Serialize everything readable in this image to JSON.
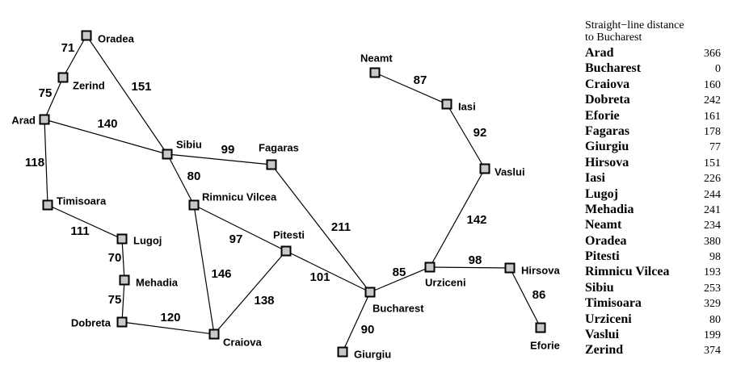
{
  "cities": [
    {
      "id": "oradea",
      "name": "Oradea"
    },
    {
      "id": "zerind",
      "name": "Zerind"
    },
    {
      "id": "arad",
      "name": "Arad"
    },
    {
      "id": "timisoara",
      "name": "Timisoara"
    },
    {
      "id": "lugoj",
      "name": "Lugoj"
    },
    {
      "id": "mehadia",
      "name": "Mehadia"
    },
    {
      "id": "dobreta",
      "name": "Dobreta"
    },
    {
      "id": "craiova",
      "name": "Craiova"
    },
    {
      "id": "sibiu",
      "name": "Sibiu"
    },
    {
      "id": "rimnicu",
      "name": "Rimnicu Vilcea"
    },
    {
      "id": "fagaras",
      "name": "Fagaras"
    },
    {
      "id": "pitesti",
      "name": "Pitesti"
    },
    {
      "id": "bucharest",
      "name": "Bucharest"
    },
    {
      "id": "giurgiu",
      "name": "Giurgiu"
    },
    {
      "id": "urziceni",
      "name": "Urziceni"
    },
    {
      "id": "hirsova",
      "name": "Hirsova"
    },
    {
      "id": "eforie",
      "name": "Eforie"
    },
    {
      "id": "vaslui",
      "name": "Vaslui"
    },
    {
      "id": "iasi",
      "name": "Iasi"
    },
    {
      "id": "neamt",
      "name": "Neamt"
    }
  ],
  "roads": [
    {
      "from": "oradea",
      "to": "zerind",
      "distance": "71"
    },
    {
      "from": "oradea",
      "to": "sibiu",
      "distance": "151"
    },
    {
      "from": "zerind",
      "to": "arad",
      "distance": "75"
    },
    {
      "from": "arad",
      "to": "sibiu",
      "distance": "140"
    },
    {
      "from": "arad",
      "to": "timisoara",
      "distance": "118"
    },
    {
      "from": "timisoara",
      "to": "lugoj",
      "distance": "111"
    },
    {
      "from": "lugoj",
      "to": "mehadia",
      "distance": "70"
    },
    {
      "from": "mehadia",
      "to": "dobreta",
      "distance": "75"
    },
    {
      "from": "dobreta",
      "to": "craiova",
      "distance": "120"
    },
    {
      "from": "sibiu",
      "to": "fagaras",
      "distance": "99"
    },
    {
      "from": "sibiu",
      "to": "rimnicu",
      "distance": "80"
    },
    {
      "from": "rimnicu",
      "to": "pitesti",
      "distance": "97"
    },
    {
      "from": "rimnicu",
      "to": "craiova",
      "distance": "146"
    },
    {
      "from": "craiova",
      "to": "pitesti",
      "distance": "138"
    },
    {
      "from": "fagaras",
      "to": "bucharest",
      "distance": "211"
    },
    {
      "from": "pitesti",
      "to": "bucharest",
      "distance": "101"
    },
    {
      "from": "bucharest",
      "to": "giurgiu",
      "distance": "90"
    },
    {
      "from": "bucharest",
      "to": "urziceni",
      "distance": "85"
    },
    {
      "from": "urziceni",
      "to": "hirsova",
      "distance": "98"
    },
    {
      "from": "hirsova",
      "to": "eforie",
      "distance": "86"
    },
    {
      "from": "urziceni",
      "to": "vaslui",
      "distance": "142"
    },
    {
      "from": "vaslui",
      "to": "iasi",
      "distance": "92"
    },
    {
      "from": "iasi",
      "to": "neamt",
      "distance": "87"
    }
  ],
  "heuristic_table": {
    "title_line1": "Straight−line distance",
    "title_line2": "to Bucharest",
    "rows": [
      {
        "city": "Arad",
        "value": "366"
      },
      {
        "city": "Bucharest",
        "value": "0"
      },
      {
        "city": "Craiova",
        "value": "160"
      },
      {
        "city": "Dobreta",
        "value": "242"
      },
      {
        "city": "Eforie",
        "value": "161"
      },
      {
        "city": "Fagaras",
        "value": "178"
      },
      {
        "city": "Giurgiu",
        "value": "77"
      },
      {
        "city": "Hirsova",
        "value": "151"
      },
      {
        "city": "Iasi",
        "value": "226"
      },
      {
        "city": "Lugoj",
        "value": "244"
      },
      {
        "city": "Mehadia",
        "value": "241"
      },
      {
        "city": "Neamt",
        "value": "234"
      },
      {
        "city": "Oradea",
        "value": "380"
      },
      {
        "city": "Pitesti",
        "value": "98"
      },
      {
        "city": "Rimnicu Vilcea",
        "value": "193"
      },
      {
        "city": "Sibiu",
        "value": "253"
      },
      {
        "city": "Timisoara",
        "value": "329"
      },
      {
        "city": "Urziceni",
        "value": "80"
      },
      {
        "city": "Vaslui",
        "value": "199"
      },
      {
        "city": "Zerind",
        "value": "374"
      }
    ]
  }
}
